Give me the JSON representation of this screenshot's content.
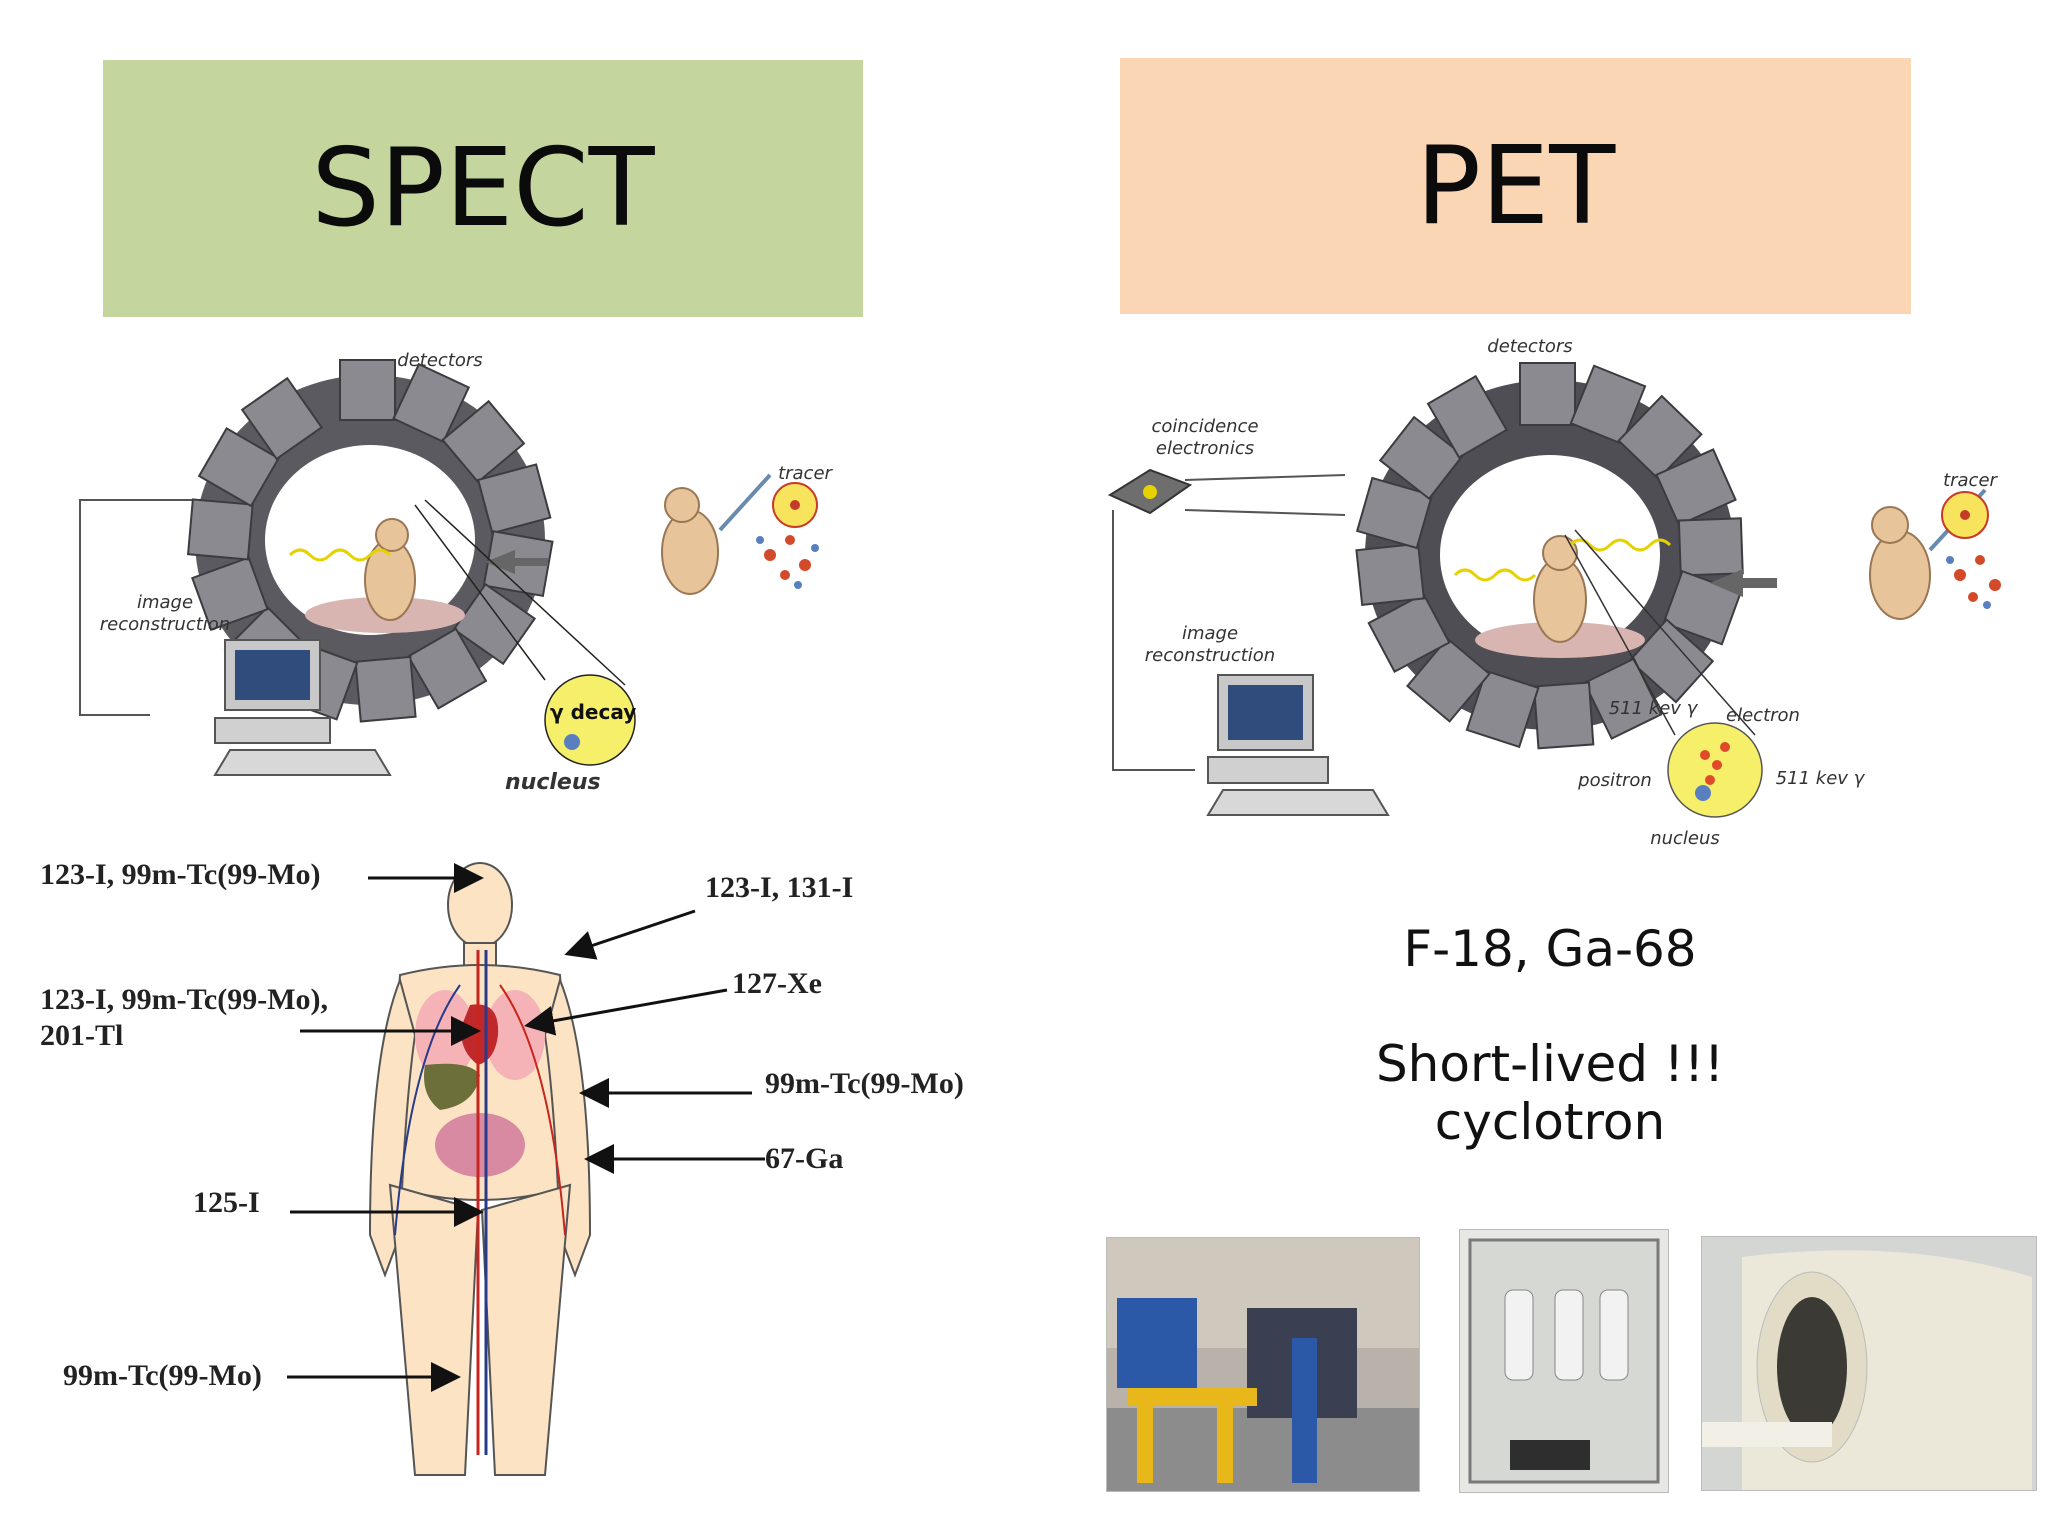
{
  "spect": {
    "title": "SPECT",
    "diagram": {
      "detectors": "detectors",
      "tracer": "tracer",
      "image_reconstruction": "image\nreconstruction",
      "gamma_decay": "γ decay",
      "nucleus": "nucleus"
    },
    "body_labels": {
      "head": "123-I, 99m-Tc(99-Mo)",
      "thyroid": "123-I, 131-I",
      "heart_line1": "123-I, 99m-Tc(99-Mo),",
      "heart_line2": "201-Tl",
      "lungs": "127-Xe",
      "arm": "99m-Tc(99-Mo)",
      "abdomen": "67-Ga",
      "bladder": "125-I",
      "leg": "99m-Tc(99-Mo)"
    }
  },
  "pet": {
    "title": "PET",
    "diagram": {
      "detectors": "detectors",
      "coincidence": "coincidence\nelectronics",
      "tracer": "tracer",
      "image_reconstruction": "image\nreconstruction",
      "kev_top": "511 kev γ",
      "electron": "electron",
      "positron": "positron",
      "kev_right": "511 kev γ",
      "nucleus": "nucleus"
    },
    "isotopes": "F-18, Ga-68",
    "note_line1": "Short-lived !!!",
    "note_line2": "cyclotron"
  },
  "colors": {
    "spect_banner": "#c4d59d",
    "pet_banner": "#fbd6b5"
  }
}
